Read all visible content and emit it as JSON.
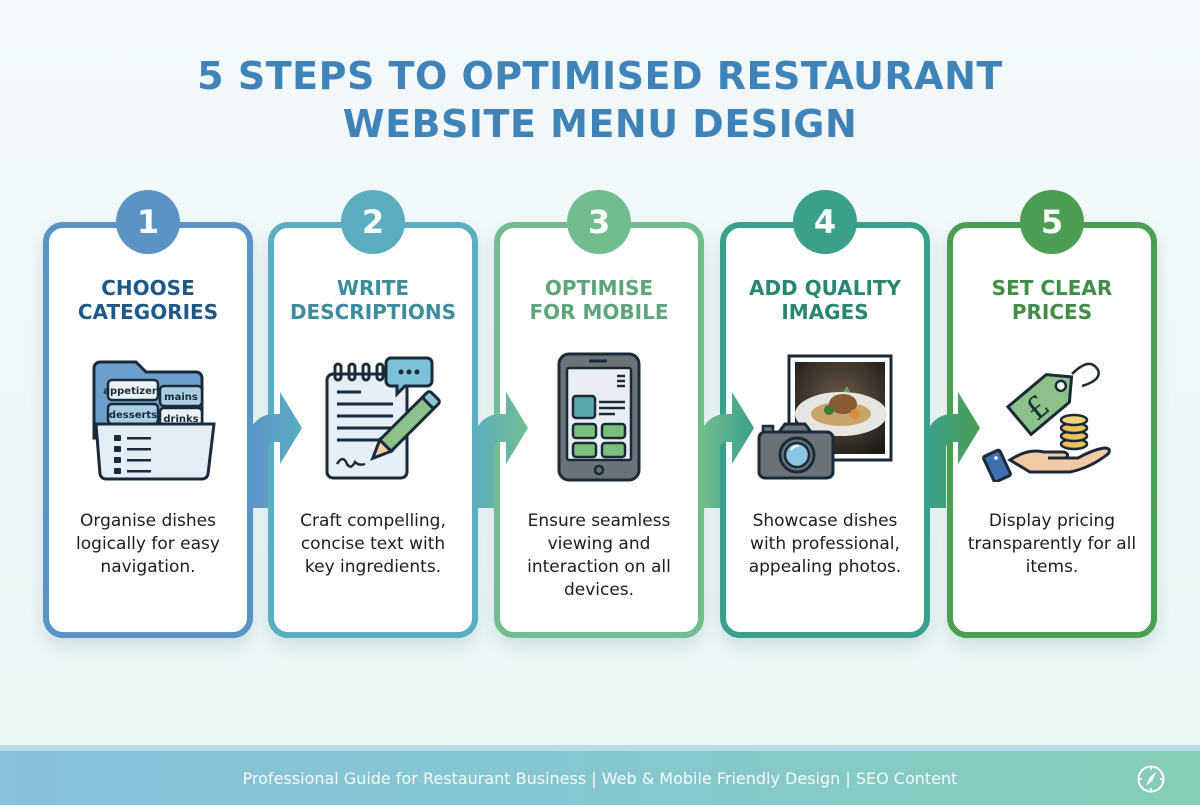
{
  "title": {
    "line1": "5 STEPS TO OPTIMISED RESTAURANT",
    "line2": "WEBSITE MENU DESIGN",
    "color": "#3f83b8"
  },
  "steps": [
    {
      "number": "1",
      "title_line1": "CHOOSE",
      "title_line2": "CATEGORIES",
      "icon": "folder-categories-icon",
      "icon_labels": [
        "appetizers",
        "mains",
        "desserts",
        "drinks"
      ],
      "description": "Organise dishes logically for easy navigation.",
      "color": "#5b93c7",
      "title_color": "#1f5786"
    },
    {
      "number": "2",
      "title_line1": "WRITE",
      "title_line2": "DESCRIPTIONS",
      "icon": "notepad-pencil-icon",
      "description": "Craft compelling, concise text with key ingredients.",
      "color": "#5aaebf",
      "title_color": "#3c8c9c"
    },
    {
      "number": "3",
      "title_line1": "OPTIMISE",
      "title_line2": "FOR MOBILE",
      "icon": "mobile-phone-icon",
      "description": "Ensure seamless viewing and interaction on all devices.",
      "color": "#72bd8f",
      "title_color": "#5aa67a"
    },
    {
      "number": "4",
      "title_line1": "ADD QUALITY",
      "title_line2": "IMAGES",
      "icon": "camera-photo-icon",
      "description": "Showcase dishes with professional, appealing photos.",
      "color": "#3aa08b",
      "title_color": "#2a8573"
    },
    {
      "number": "5",
      "title_line1": "SET CLEAR",
      "title_line2": "PRICES",
      "icon": "price-tag-hand-icon",
      "icon_symbol": "£",
      "description": "Display pricing transparently for all items.",
      "color": "#4c9e52",
      "title_color": "#3f8d46"
    }
  ],
  "footer": {
    "text": "Professional Guide for Restaurant Business | Web & Mobile Friendly Design | SEO Content",
    "icon": "compass-icon"
  }
}
